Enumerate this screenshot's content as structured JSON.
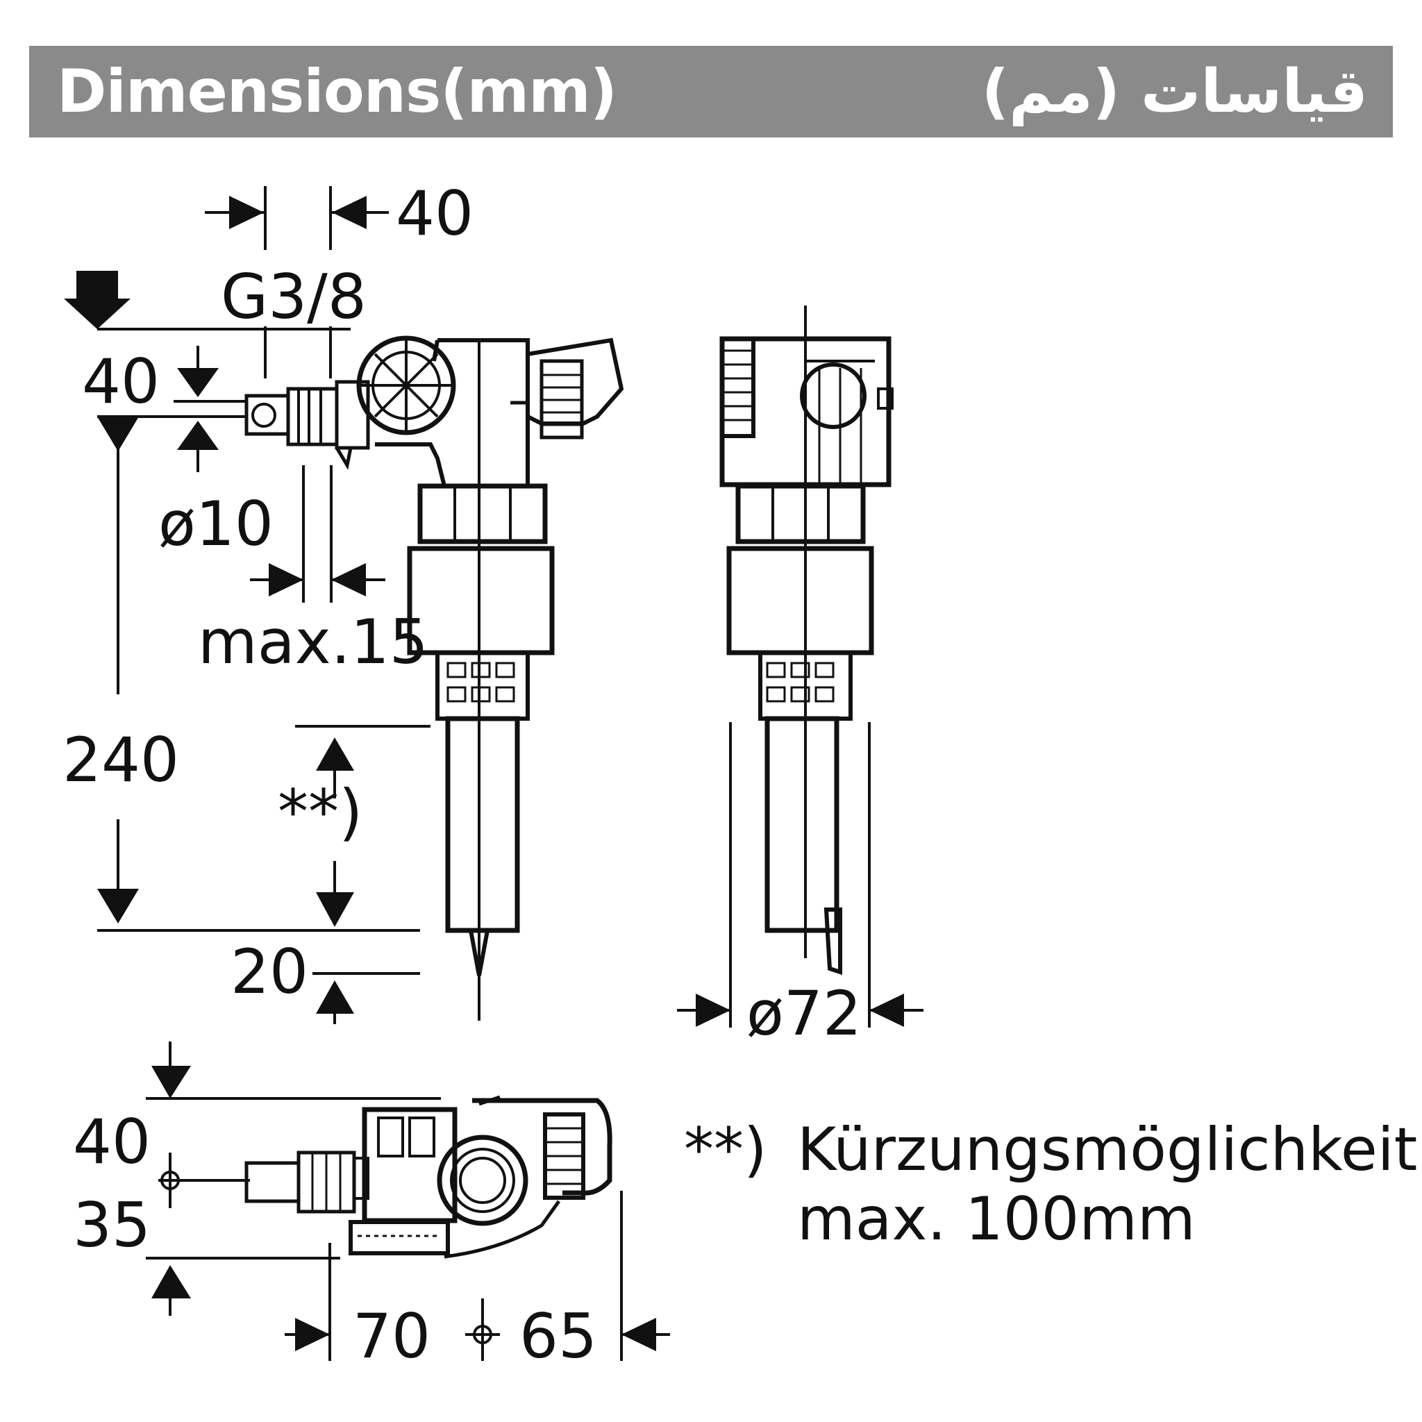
{
  "header": {
    "title_en": "Dimensions(mm)",
    "title_ar": "قياسات (مم)"
  },
  "dims": {
    "top_40": "40",
    "thread": "G3/8",
    "left_40": "40",
    "d10": "ø10",
    "max15": "max.15",
    "h240": "240",
    "star": "**)",
    "h20": "20",
    "d72": "ø72",
    "b40": "40",
    "b35": "35",
    "b70": "70",
    "b65": "65"
  },
  "footnote": {
    "mark": "**)",
    "line1": "Kürzungsmöglichkeit",
    "line2": "max. 100mm"
  }
}
